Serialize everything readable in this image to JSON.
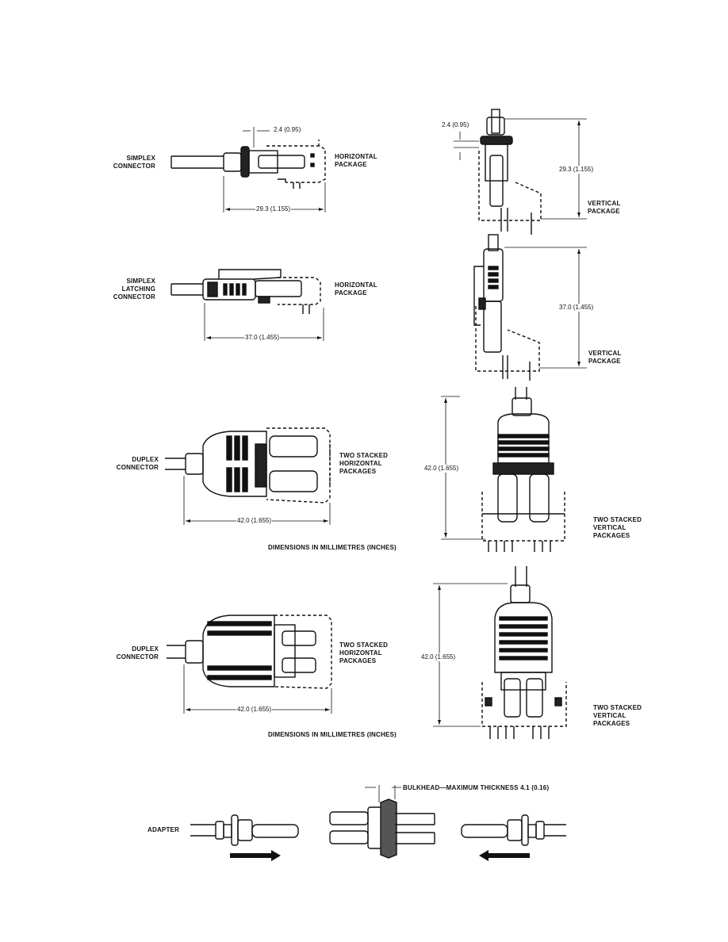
{
  "labels": {
    "simplex_connector": "SIMPLEX\nCONNECTOR",
    "horizontal_package_1": "HORIZONTAL\nPACKAGE",
    "vertical_package_1": "VERTICAL\nPACKAGE",
    "simplex_latching_connector": "SIMPLEX\nLATCHING\nCONNECTOR",
    "horizontal_package_2": "HORIZONTAL\nPACKAGE",
    "vertical_package_2": "VERTICAL\nPACKAGE",
    "duplex_connector_1": "DUPLEX\nCONNECTOR",
    "two_stacked_horizontal_1": "TWO STACKED\nHORIZONTAL\nPACKAGES",
    "two_stacked_vertical_1": "TWO STACKED\nVERTICAL\nPACKAGES",
    "dimensions_note_1": "DIMENSIONS IN MILLIMETRES (INCHES)",
    "duplex_connector_2": "DUPLEX\nCONNECTOR",
    "two_stacked_horizontal_2": "TWO STACKED\nHORIZONTAL\nPACKAGES",
    "two_stacked_vertical_2": "TWO STACKED\nVERTICAL\nPACKAGES",
    "dimensions_note_2": "DIMENSIONS IN MILLIMETRES (INCHES)",
    "adapter": "ADAPTER",
    "bulkhead": "BULKHEAD—MAXIMUM THICKNESS 4.1 (0.16)"
  },
  "dimensions": {
    "simplex_flange_h": "2.4 (0.95)",
    "simplex_length_h": "29.3 (1.155)",
    "simplex_flange_v": "2.4 (0.95)",
    "simplex_length_v": "29.3 (1.155)",
    "latching_length_h": "37.0 (1.455)",
    "latching_length_v": "37.0 (1.455)",
    "duplex1_length_h": "42.0 (1.655)",
    "duplex1_length_v": "42.0 (1.655)",
    "duplex2_length_h": "42.0 (1.655)",
    "duplex2_length_v": "42.0 (1.655)"
  }
}
